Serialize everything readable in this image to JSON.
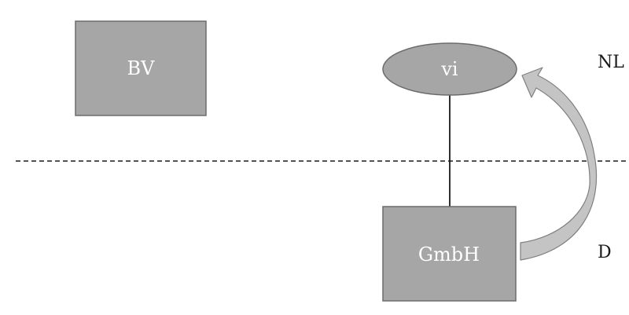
{
  "nodes": {
    "bv": {
      "label": "BV"
    },
    "vi": {
      "label": "vi"
    },
    "gmbh": {
      "label": "GmbH"
    }
  },
  "regions": {
    "top": {
      "label": "NL"
    },
    "bottom": {
      "label": "D"
    }
  },
  "colors": {
    "box_fill": "#a6a6a6",
    "box_stroke": "#6b6b6b",
    "line": "#1a1a1a",
    "arrow_fill": "#c4c4c4",
    "arrow_stroke": "#808080"
  }
}
